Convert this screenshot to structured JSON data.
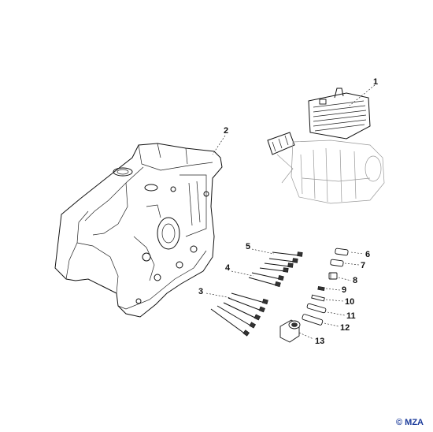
{
  "callouts": [
    {
      "id": "1",
      "label": "1"
    },
    {
      "id": "2",
      "label": "2"
    },
    {
      "id": "3",
      "label": "3"
    },
    {
      "id": "4",
      "label": "4"
    },
    {
      "id": "5",
      "label": "5"
    },
    {
      "id": "6",
      "label": "6"
    },
    {
      "id": "7",
      "label": "7"
    },
    {
      "id": "8",
      "label": "8"
    },
    {
      "id": "9",
      "label": "9"
    },
    {
      "id": "10",
      "label": "10"
    },
    {
      "id": "11",
      "label": "11"
    },
    {
      "id": "12",
      "label": "12"
    },
    {
      "id": "13",
      "label": "13"
    }
  ],
  "copyright": "© MZA"
}
